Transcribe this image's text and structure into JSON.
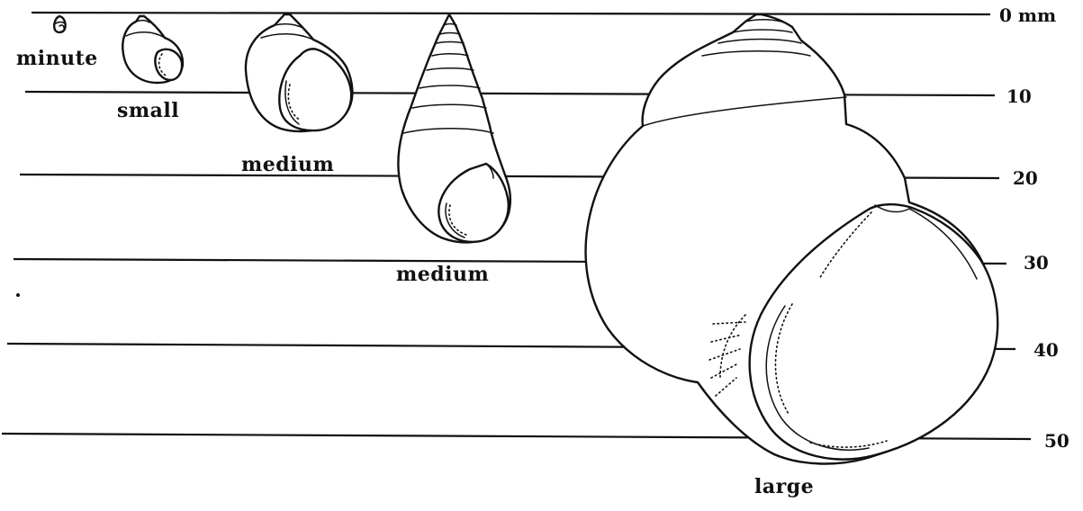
{
  "scale": {
    "unit_label": "0 mm",
    "ticks": [
      "10",
      "20",
      "30",
      "40",
      "50"
    ]
  },
  "labels": {
    "minute": "minute",
    "small": "small",
    "medium_1": "medium",
    "medium_2": "medium",
    "large": "large"
  }
}
